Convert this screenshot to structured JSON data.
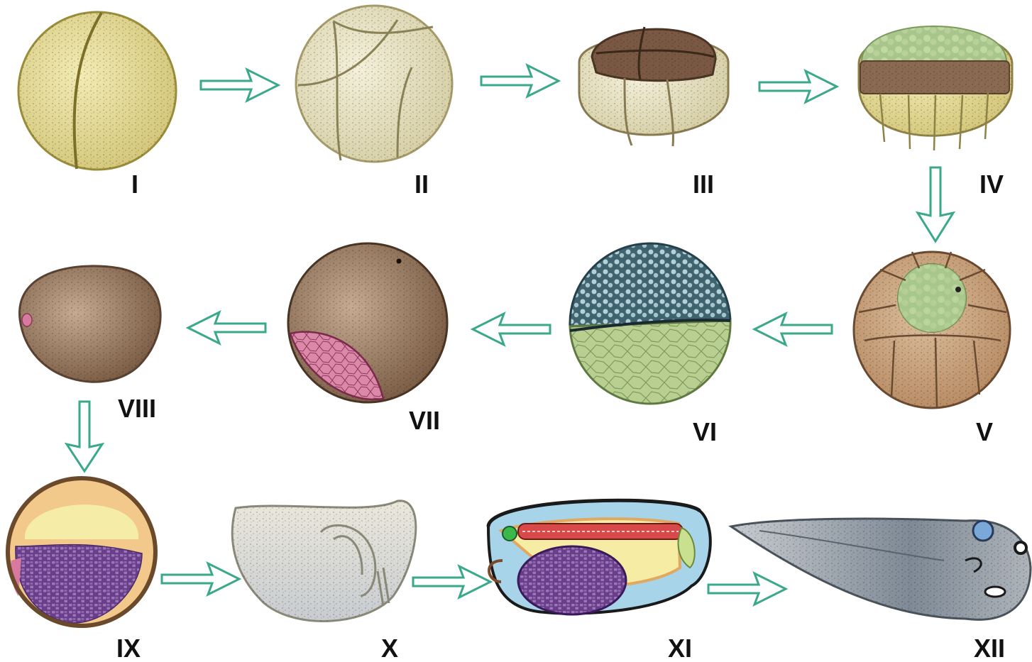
{
  "stages": [
    {
      "id": "I",
      "label": "I"
    },
    {
      "id": "II",
      "label": "II"
    },
    {
      "id": "III",
      "label": "III"
    },
    {
      "id": "IV",
      "label": "IV"
    },
    {
      "id": "V",
      "label": "V"
    },
    {
      "id": "VI",
      "label": "VI"
    },
    {
      "id": "VII",
      "label": "VII"
    },
    {
      "id": "VIII",
      "label": "VIII"
    },
    {
      "id": "IX",
      "label": "IX"
    },
    {
      "id": "X",
      "label": "X"
    },
    {
      "id": "XI",
      "label": "XI"
    },
    {
      "id": "XII",
      "label": "XII"
    }
  ],
  "colors": {
    "arrow": "#3aa88a",
    "yolk_yellow": "#e6dc9a",
    "cream": "#e8e2c0",
    "brown": "#8a6a4e",
    "tan": "#c9a582",
    "green": "#a8c48a",
    "slate": "#3f6470",
    "pink": "#d87aa0",
    "purple": "#7a4a9a",
    "grey_embryo": "#8a929a"
  }
}
